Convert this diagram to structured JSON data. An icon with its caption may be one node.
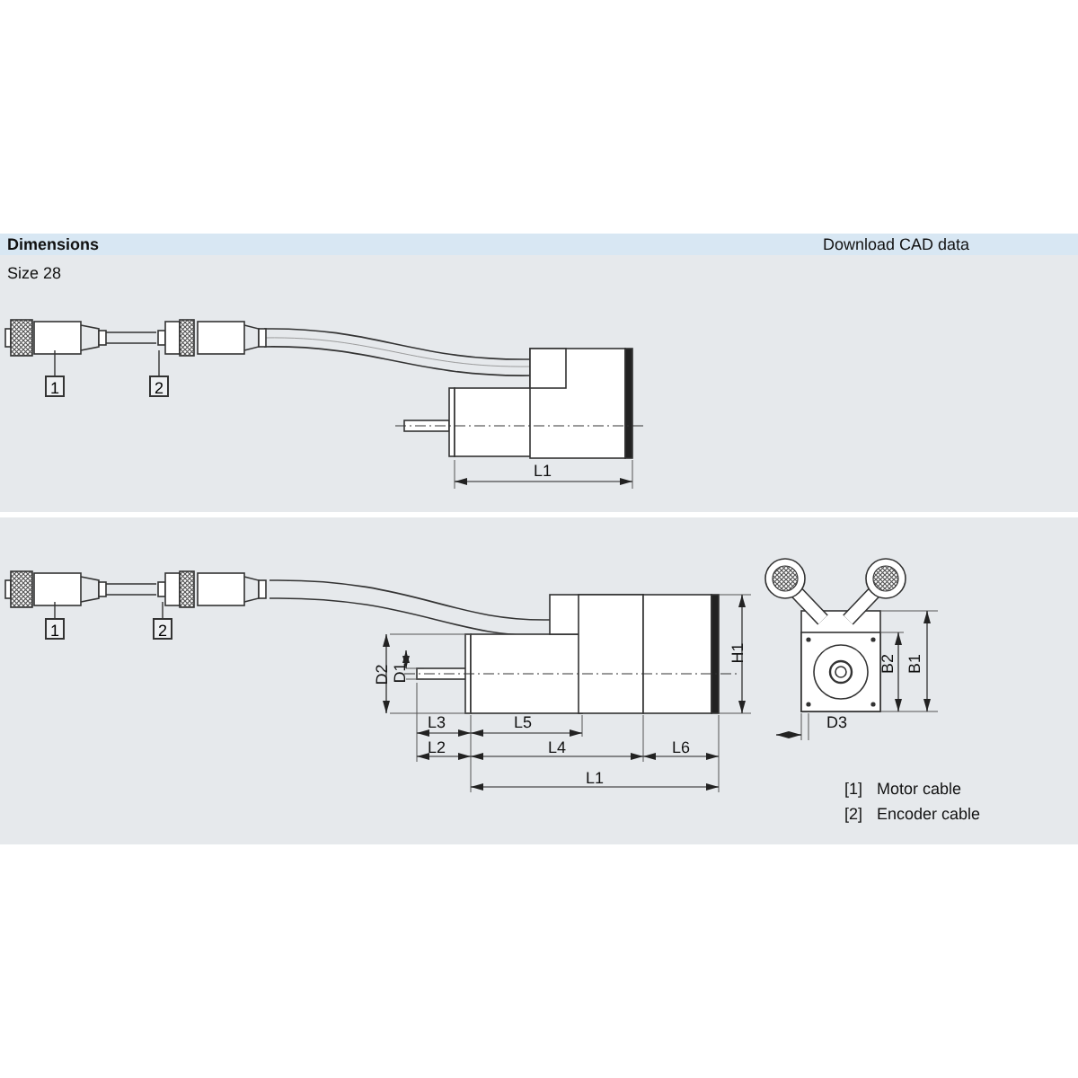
{
  "diagram": {
    "title": "Dimensions",
    "nodes": [
      {
        "text": [
          "1"
        ]
      },
      {
        "text": [
          "2"
        ]
      },
      {
        "text": [],
        "shape": "picture"
      },
      {
        "text": [],
        "shape": "picture"
      },
      {
        "text": [
          "1"
        ]
      },
      {
        "text": [
          "2"
        ]
      },
      {
        "text": [],
        "shape": "picture"
      },
      {
        "text": [],
        "shape": "picture"
      }
    ],
    "edges": [
      {
        "from": 0,
        "to": 2,
        "arrow": "none"
      },
      {
        "from": 1,
        "to": 3,
        "arrow": "none"
      },
      {
        "from": 4,
        "to": 6,
        "arrow": "none"
      },
      {
        "from": 5,
        "to": 7,
        "arrow": "none"
      }
    ],
    "labels": [
      "Download CAD data",
      "Size 28",
      "L1",
      "D2",
      "D1",
      "H1",
      "L3",
      "L5",
      "L2",
      "L4",
      "L6",
      "L1",
      "B2",
      "B1",
      "D3",
      "[1]",
      "Motor cable",
      "[2]",
      "Encoder cable"
    ]
  }
}
